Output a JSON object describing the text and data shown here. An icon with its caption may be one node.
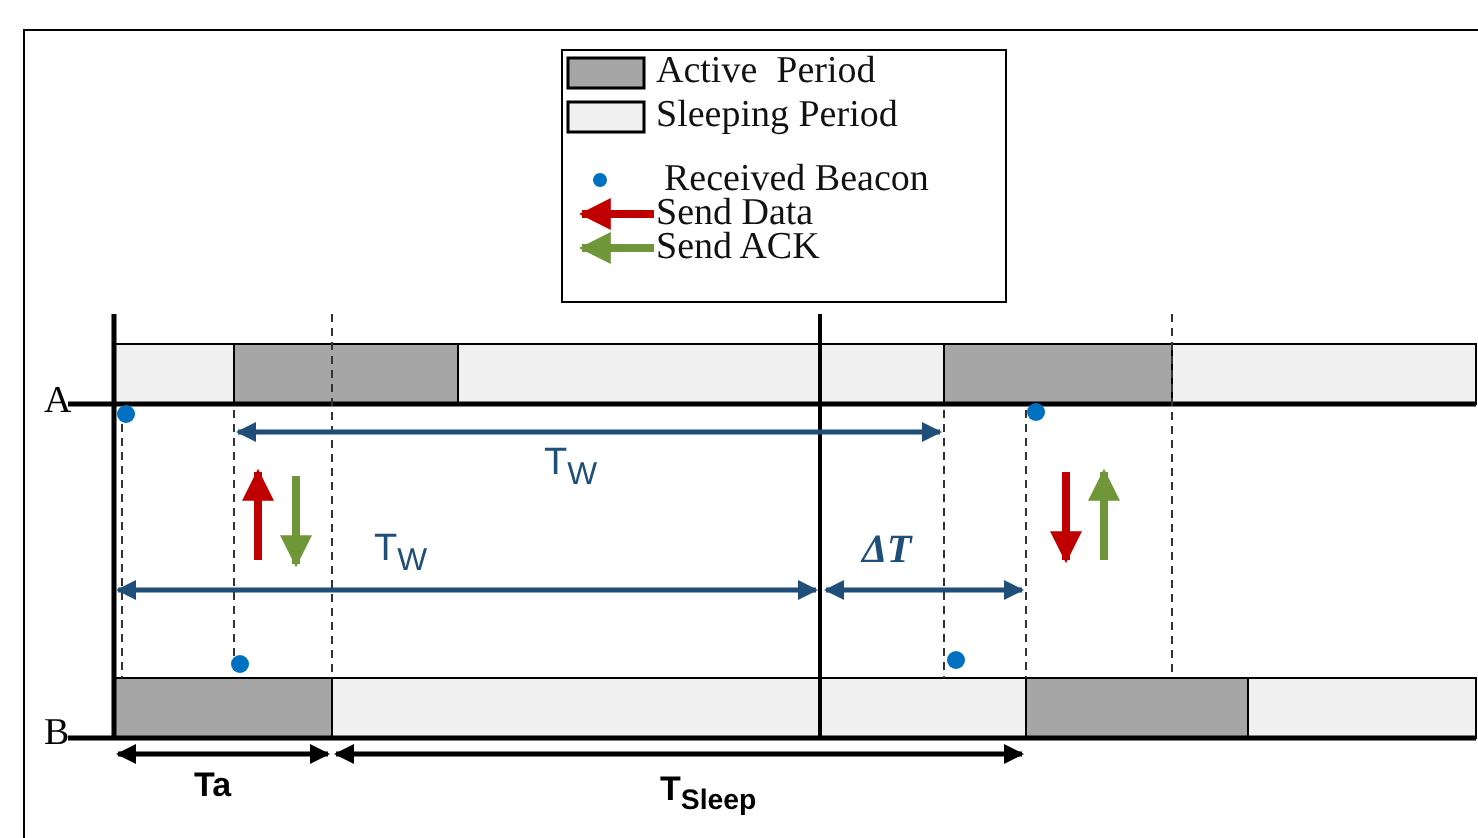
{
  "diagram": {
    "labels": [
      "A",
      "T$_{W}$",
      "T$_{W}$",
      "ΔT",
      "B",
      "Ta",
      "T$_{Sleep}$"
    ],
    "legend": [
      {
        "text": "Active  Period",
        "color": "#a6a6a6"
      },
      {
        "text": "Sleeping Period",
        "color": "#f0f0f0"
      },
      {
        "text": "Received Beacon"
      },
      {
        "text": "Send Data"
      },
      {
        "text": "Send ACK"
      }
    ]
  }
}
